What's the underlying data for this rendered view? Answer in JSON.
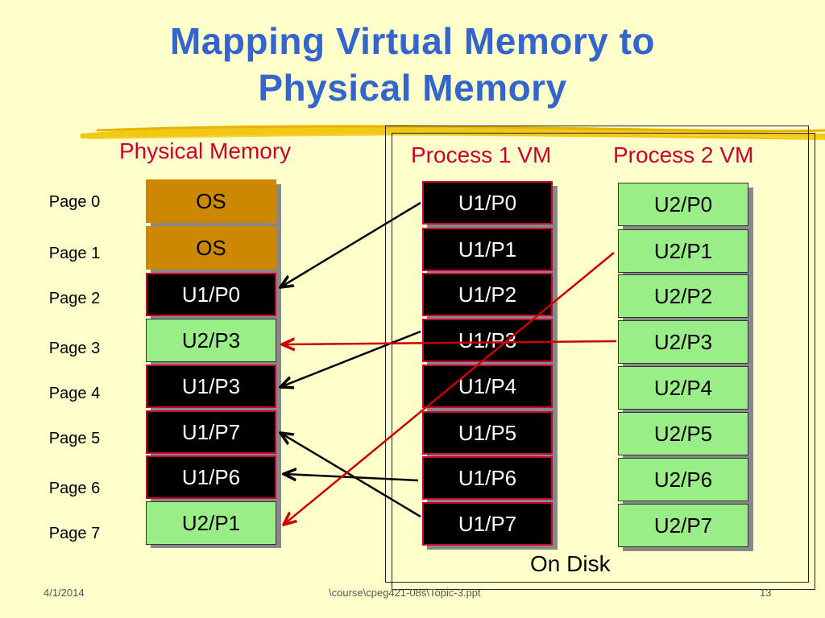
{
  "title": {
    "line1": "Mapping Virtual Memory to",
    "line2": "Physical Memory"
  },
  "headings": {
    "physical": "Physical Memory",
    "process1": "Process 1 VM",
    "process2": "Process 2 VM"
  },
  "page_labels": [
    "Page 0",
    "Page 1",
    "Page 2",
    "Page 3",
    "Page 4",
    "Page 5",
    "Page 6",
    "Page 7"
  ],
  "physical_memory": [
    "OS",
    "OS",
    "U1/P0",
    "U2/P3",
    "U1/P3",
    "U1/P7",
    "U1/P6",
    "U2/P1"
  ],
  "process1_vm": [
    "U1/P0",
    "U1/P1",
    "U1/P2",
    "U1/P3",
    "U1/P4",
    "U1/P5",
    "U1/P6",
    "U1/P7"
  ],
  "process2_vm": [
    "U2/P0",
    "U2/P1",
    "U2/P2",
    "U2/P3",
    "U2/P4",
    "U2/P5",
    "U2/P6",
    "U2/P7"
  ],
  "on_disk": "On Disk",
  "footer": {
    "date": "4/1/2014",
    "path": "\\course\\cpeg421-08s\\Topic-3.ppt",
    "page_number": "13"
  },
  "colors": {
    "title": "#3366CC",
    "heading": "#CC0033",
    "os_block": "#CC8800",
    "u1_block": "#000000",
    "u1_border": "#CC0033",
    "u2_block": "#99EE88",
    "process1_arrow": "#000000",
    "process2_arrow": "#CC0000"
  }
}
